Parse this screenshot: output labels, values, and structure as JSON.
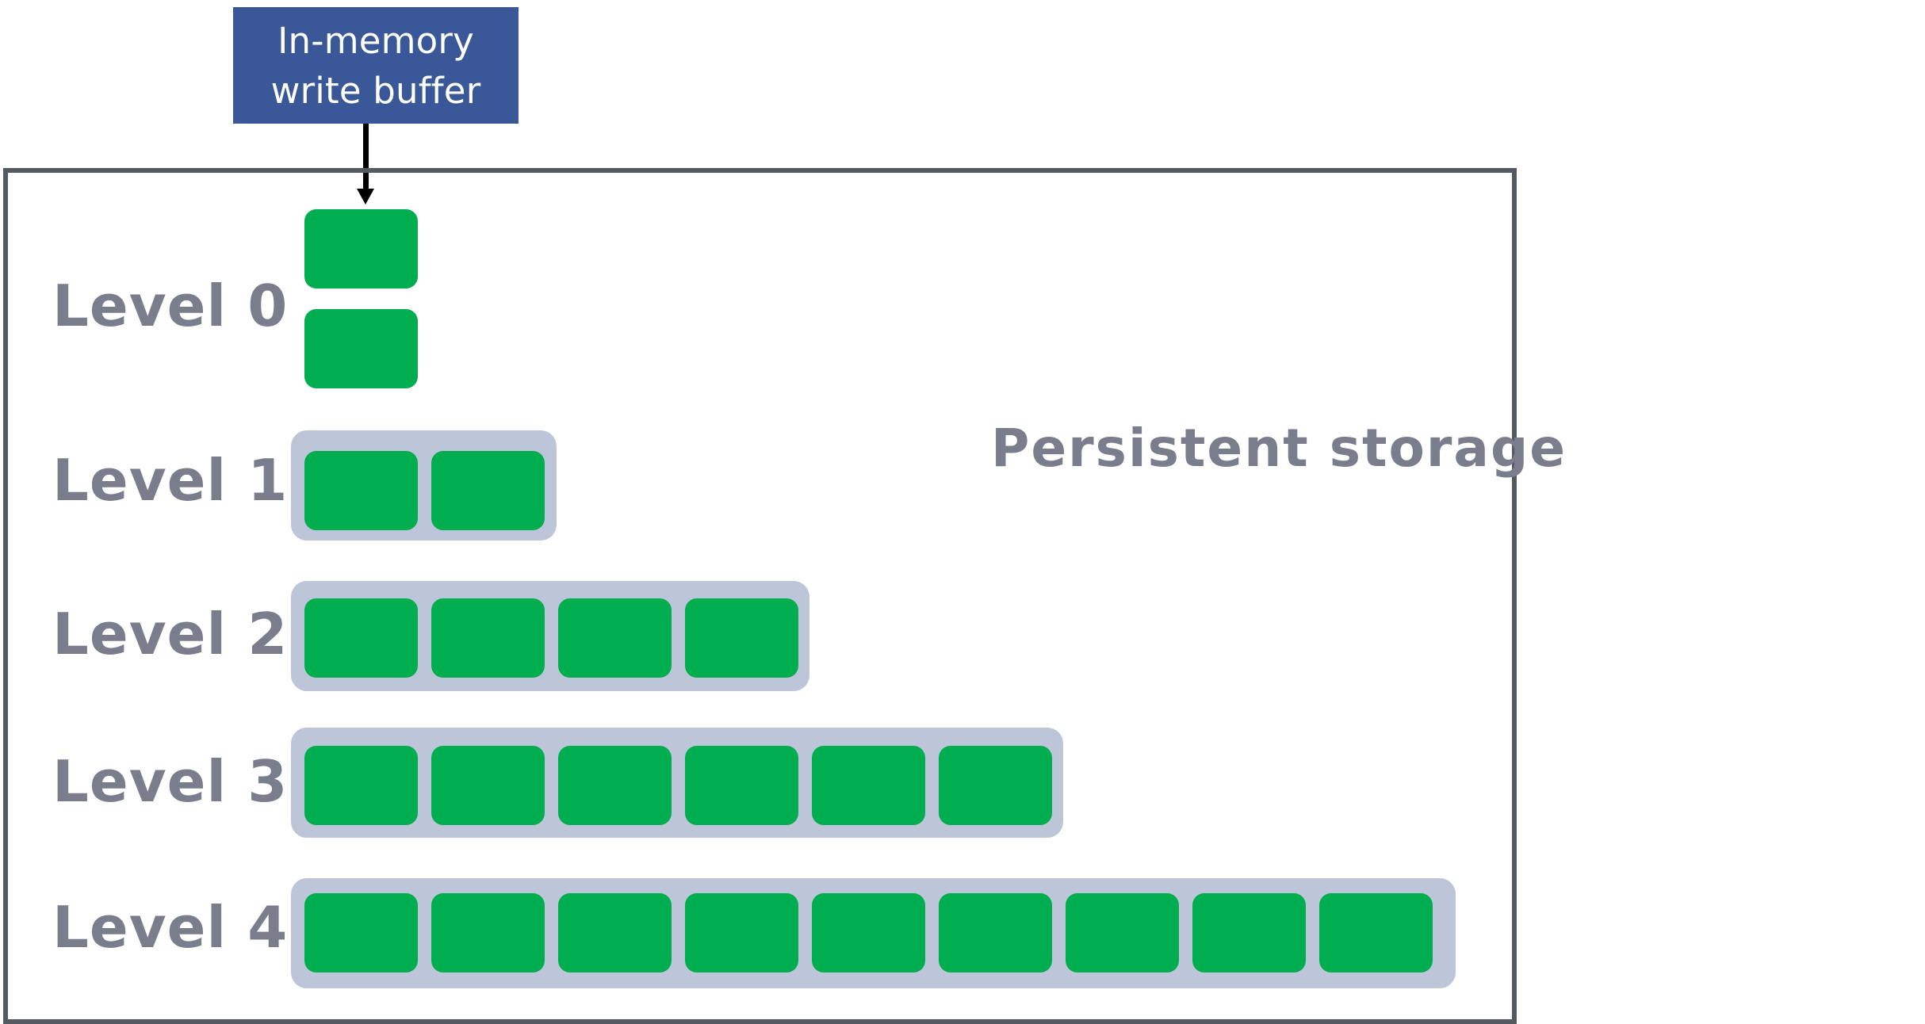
{
  "write_buffer": {
    "line1": "In-memory",
    "line2": "write buffer"
  },
  "storage": {
    "label": "Persistent storage"
  },
  "levels": [
    {
      "label": "Level 0",
      "block_count": 2
    },
    {
      "label": "Level 1",
      "block_count": 2
    },
    {
      "label": "Level 2",
      "block_count": 4
    },
    {
      "label": "Level 3",
      "block_count": 6
    },
    {
      "label": "Level 4",
      "block_count": 9
    }
  ],
  "colors": {
    "buffer": "#3a5897",
    "block": "#00ad4f",
    "tray": "#bcc6d8",
    "frame": "#555a62",
    "label_text": "#7a7e8c"
  }
}
